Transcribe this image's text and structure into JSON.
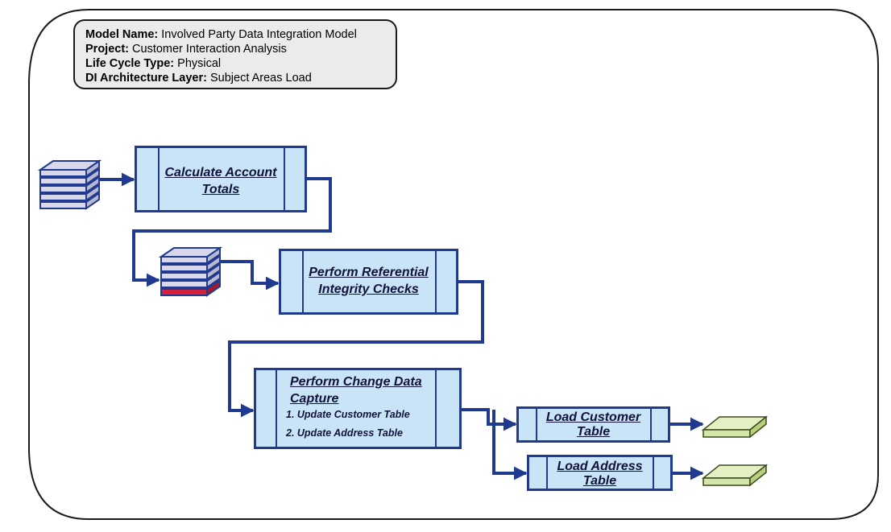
{
  "info": {
    "model_name_label": "Model Name:",
    "model_name": "Involved Party Data Integration Model",
    "project_label": "Project:",
    "project": "Customer Interaction Analysis",
    "lifecycle_label": "Life Cycle Type:",
    "lifecycle": "Physical",
    "layer_label": "DI Architecture Layer:",
    "layer": "Subject Areas Load"
  },
  "processes": {
    "calc": {
      "line1": "Calculate Account",
      "line2": "Totals"
    },
    "ref": {
      "line1": "Perform Referential",
      "line2": "Integrity Checks"
    },
    "cdc": {
      "line1": "Perform Change Data",
      "line2": "Capture",
      "step1": "1. Update Customer Table",
      "step2": "2. Update Address Table"
    },
    "load_cust": {
      "line1": "Load Customer",
      "line2": "Table"
    },
    "load_addr": {
      "line1": "Load Address",
      "line2": "Table"
    }
  },
  "colors": {
    "arrow": "#1f3a8f",
    "process_fill": "#c9e3f7",
    "stack_fill": "#d8d8ea",
    "reject_band": "#d8203c",
    "target_fill": "#d4e6a8",
    "info_fill": "#ebebeb"
  }
}
